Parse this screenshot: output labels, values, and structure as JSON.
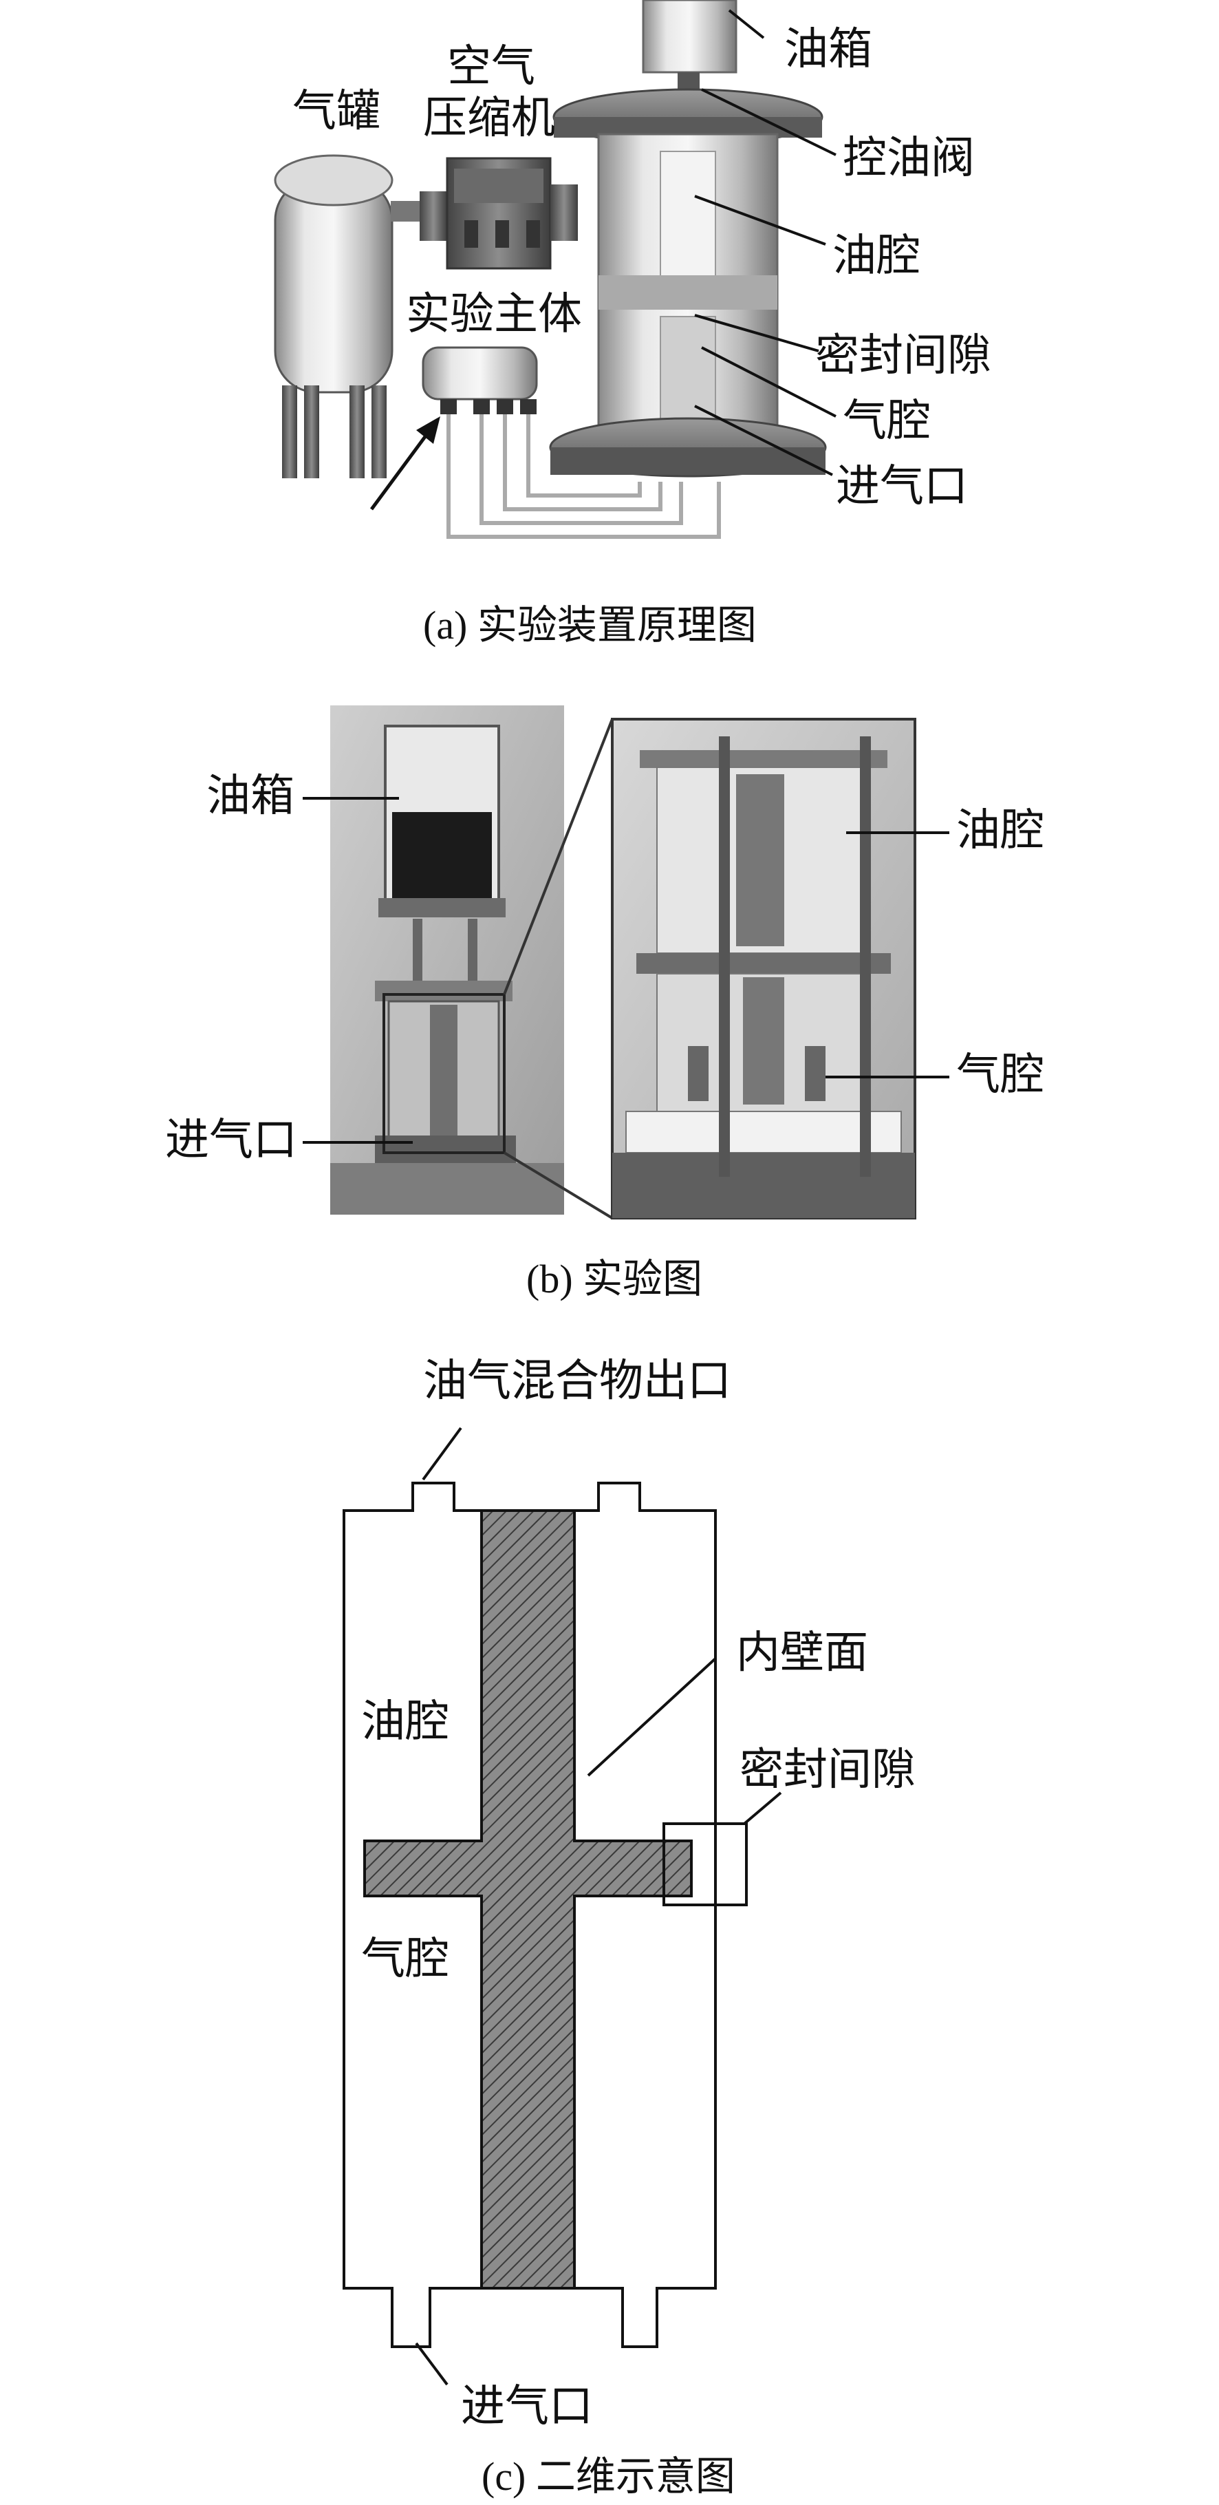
{
  "panel_a": {
    "caption": "(a) 实验装置原理图",
    "labels": {
      "oil_tank": "油箱",
      "oil_valve": "控油阀",
      "oil_chamber": "油腔",
      "seal_gap": "密封间隙",
      "gas_chamber": "气腔",
      "gas_inlet": "进气口",
      "gas_tank": "气罐",
      "air_compressor_1": "空气",
      "air_compressor_2": "压缩机",
      "test_body": "实验主体"
    }
  },
  "panel_b": {
    "caption": "(b) 实验图",
    "labels": {
      "oil_tank": "油箱",
      "gas_inlet": "进气口",
      "oil_chamber": "油腔",
      "gas_chamber": "气腔"
    }
  },
  "panel_c": {
    "caption": "(c) 二维示意图",
    "labels": {
      "mixture_outlet": "油气混合物出口",
      "inner_wall": "内壁面",
      "seal_gap": "密封间隙",
      "oil_chamber": "油腔",
      "gas_chamber": "气腔",
      "gas_inlet": "进气口"
    }
  }
}
